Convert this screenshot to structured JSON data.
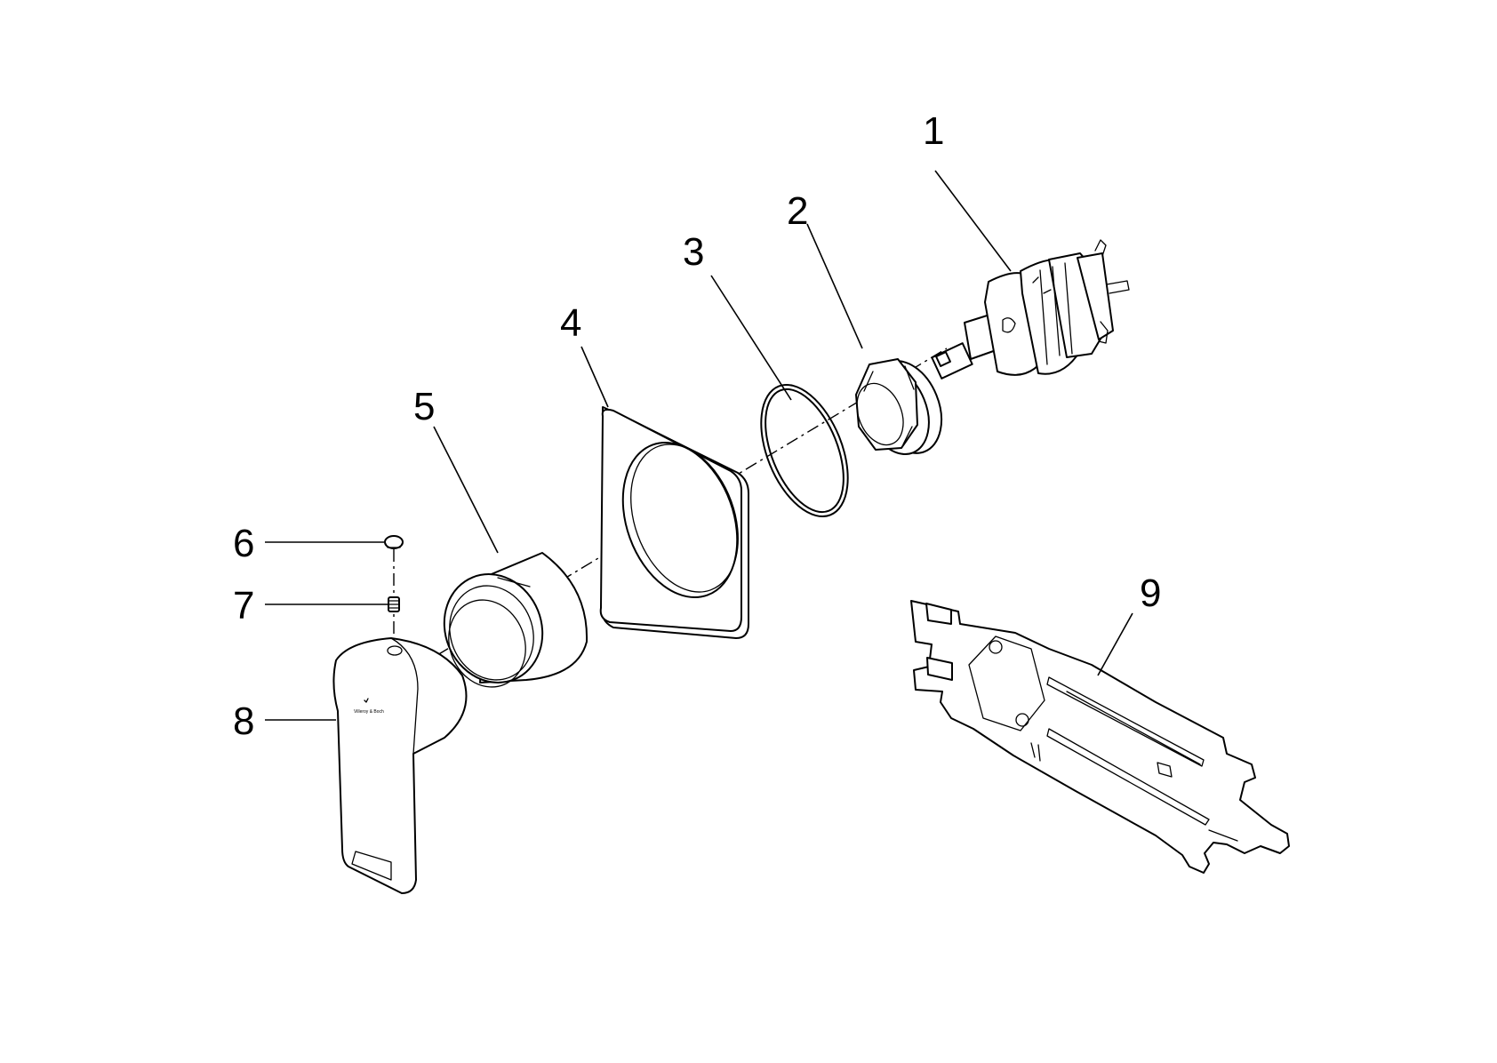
{
  "callouts": [
    {
      "id": "1",
      "label": "1"
    },
    {
      "id": "2",
      "label": "2"
    },
    {
      "id": "3",
      "label": "3"
    },
    {
      "id": "4",
      "label": "4"
    },
    {
      "id": "5",
      "label": "5"
    },
    {
      "id": "6",
      "label": "6"
    },
    {
      "id": "7",
      "label": "7"
    },
    {
      "id": "8",
      "label": "8"
    },
    {
      "id": "9",
      "label": "9"
    }
  ],
  "colors": {
    "line": "#000000",
    "background": "#ffffff"
  },
  "logo_text": "Villeroy & Boch"
}
